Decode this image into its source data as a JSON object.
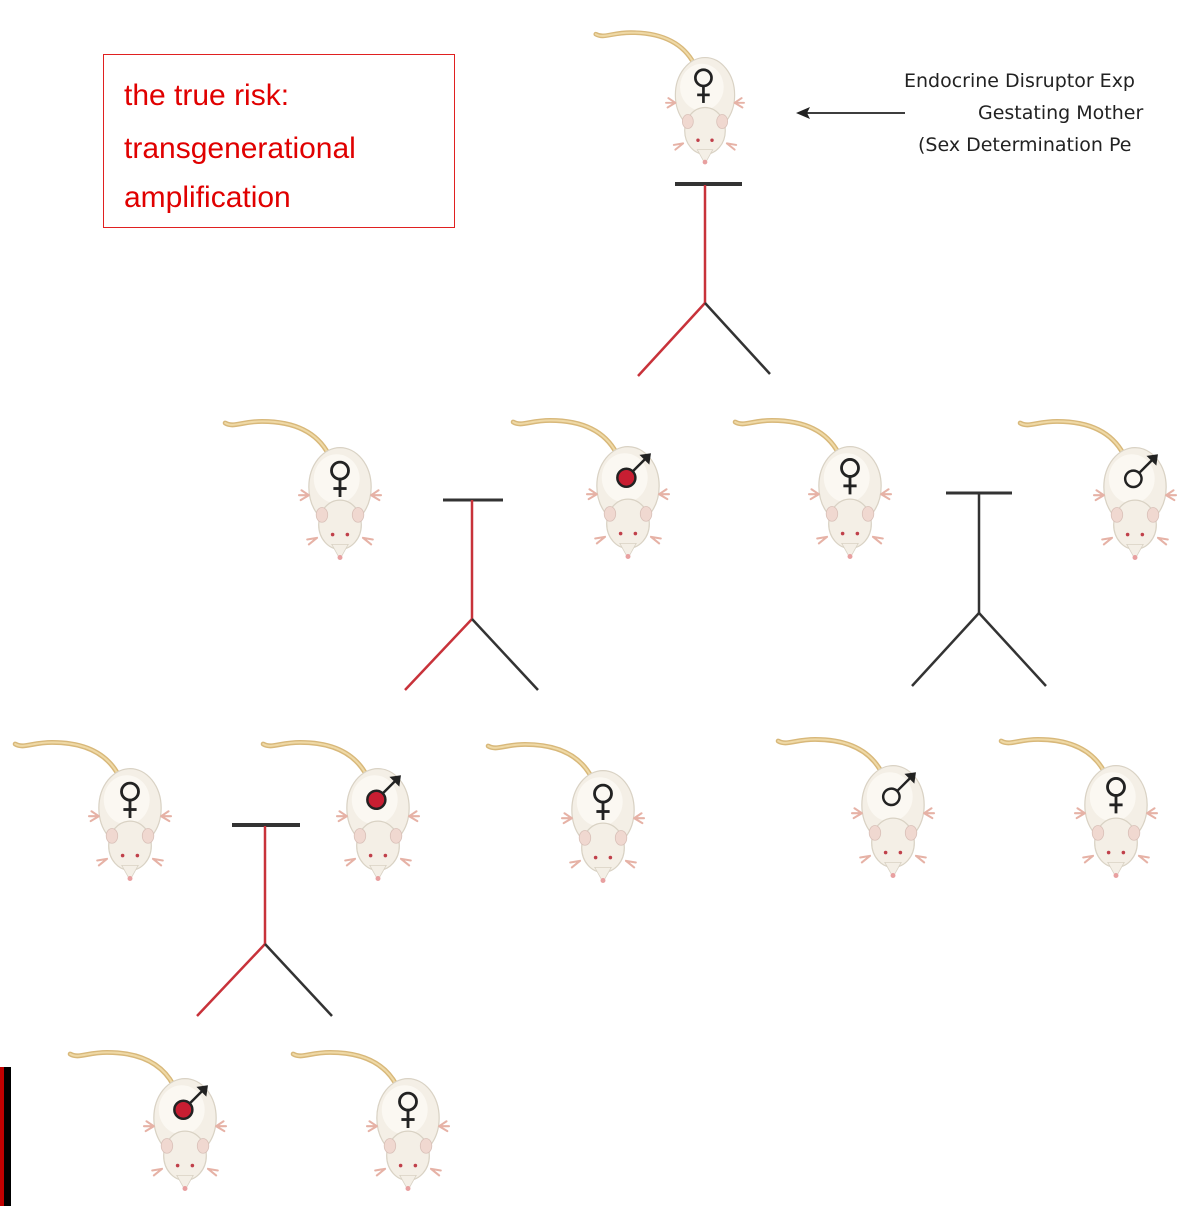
{
  "annotation": {
    "lines": [
      "the true risk:",
      "transgenerational",
      "amplification"
    ],
    "color": "#e00000"
  },
  "exposure_label": {
    "lines": [
      "Endocrine Disruptor Exp",
      "Gestating Mother",
      "(Sex Determination Pe"
    ]
  },
  "colors": {
    "affected_lineage": "#c8323a",
    "unaffected_lineage": "#333333",
    "affected_marker": "#c81e32",
    "rat_body": "#f4efe6",
    "rat_tail": "#d8b87a"
  },
  "mice": [
    {
      "id": "f0-mother",
      "sex": "female",
      "affected": false
    },
    {
      "id": "f1-female-a",
      "sex": "female",
      "affected": false
    },
    {
      "id": "f1-male-a",
      "sex": "male",
      "affected": true
    },
    {
      "id": "f1-female-b",
      "sex": "female",
      "affected": false
    },
    {
      "id": "f1-male-b",
      "sex": "male",
      "affected": false
    },
    {
      "id": "f2-female-a",
      "sex": "female",
      "affected": false
    },
    {
      "id": "f2-male-a",
      "sex": "male",
      "affected": true
    },
    {
      "id": "f2-female-b",
      "sex": "female",
      "affected": false
    },
    {
      "id": "f2-male-b",
      "sex": "male",
      "affected": false
    },
    {
      "id": "f2-female-c",
      "sex": "female",
      "affected": false
    },
    {
      "id": "f3-male",
      "sex": "male",
      "affected": true
    },
    {
      "id": "f3-female",
      "sex": "female",
      "affected": false
    }
  ],
  "crosses": [
    {
      "id": "cross-f0",
      "affected_branch": true
    },
    {
      "id": "cross-f1-left",
      "affected_branch": true
    },
    {
      "id": "cross-f1-right",
      "affected_branch": false
    },
    {
      "id": "cross-f2",
      "affected_branch": true
    }
  ]
}
